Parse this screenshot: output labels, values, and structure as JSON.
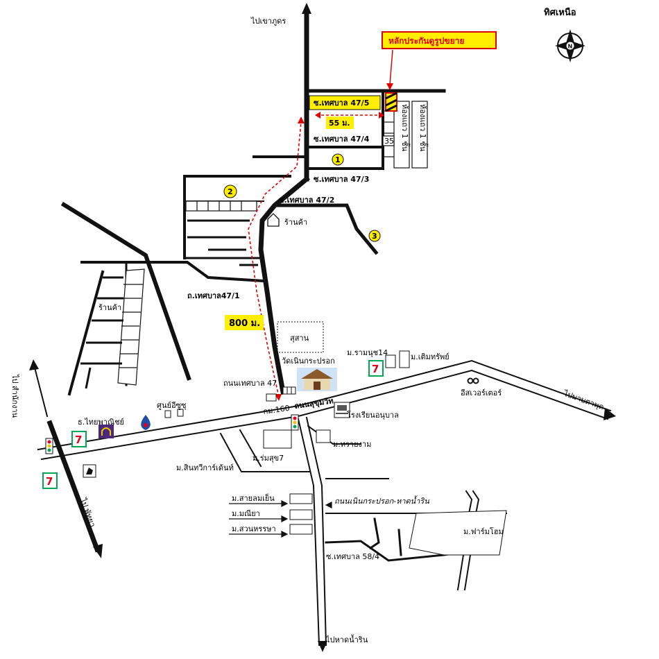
{
  "north_label": "ทิศเหนือ",
  "north_badge": "N",
  "callout": "หลักประกันดูรูปขยาย",
  "dist_55": "55 ม.",
  "dist_800": "800 ม.",
  "markers": [
    "1",
    "2",
    "3"
  ],
  "streets": {
    "soi_47_5": "ซ.เทศบาล 47/5",
    "soi_47_4": "ซ.เทศบาล 47/4",
    "soi_47_3": "ซ.เทศบาล 47/3",
    "soi_47_2": "ซ.เทศบาล 47/2",
    "road_47_1": "ถ.เทศบาล47/1",
    "road_47": "ถนนเทศบาล 47",
    "sukhumvit": "ถนนสุขุมวิท",
    "km_marker": "กม.160",
    "soi_58_4": "ซ.เทศบาล 58/4",
    "noen_road": "ถนนเนินกระปรอก-หาดน้ำริน",
    "room_35": "35",
    "row_1": "ห้องแถว 1 ชั้น",
    "row_2": "ห้องแถว 1 ชั้น"
  },
  "directions": {
    "to_khao_phu": "ไปเขาภูดร",
    "to_map_ta_phut": "ไปมาบตาพุด",
    "to_hat_nam_rin": "ไปหาดน้ำริน",
    "to_ban_chang": "ไป สำนักงาน",
    "to_pattaya": "ไป พัทยา"
  },
  "places": {
    "shop_1": "ร้านค้า",
    "shop_2": "ร้านค้า",
    "cemetery": "สุสาน",
    "temple": "วัดเนินกระปรอก",
    "m_ramnuch": "ม.รามนุช14",
    "m_temsap": "ม.เติมทรัพย์",
    "easy_water": "อีสเวอร์เตอร์",
    "school": "โรงเรียนอนุบาล",
    "m_sai_ngam": "ม.ทรายงาม",
    "m_romsuk": "ม.ร่มสุข7",
    "m_sintawee": "ม.สินทวีการ์เด้นท์",
    "bank": "ธ.ไทยพาณิชย์",
    "center": "ศูนย์อีซูซุ",
    "m_sailom": "ม.สายลมเย็น",
    "m_maneeya": "ม.มณียา",
    "m_suan": "ม.สวนหรรษา",
    "m_farm": "ม.ฟาร์มโฮม"
  },
  "colors": {
    "road": "#111111",
    "route": "#e00000",
    "highlight": "#ffee00",
    "seven_red": "#e2001a",
    "seven_green": "#00a651",
    "ptt_blue": "#1f4fa8",
    "bank_purple": "#4b2a7b"
  }
}
